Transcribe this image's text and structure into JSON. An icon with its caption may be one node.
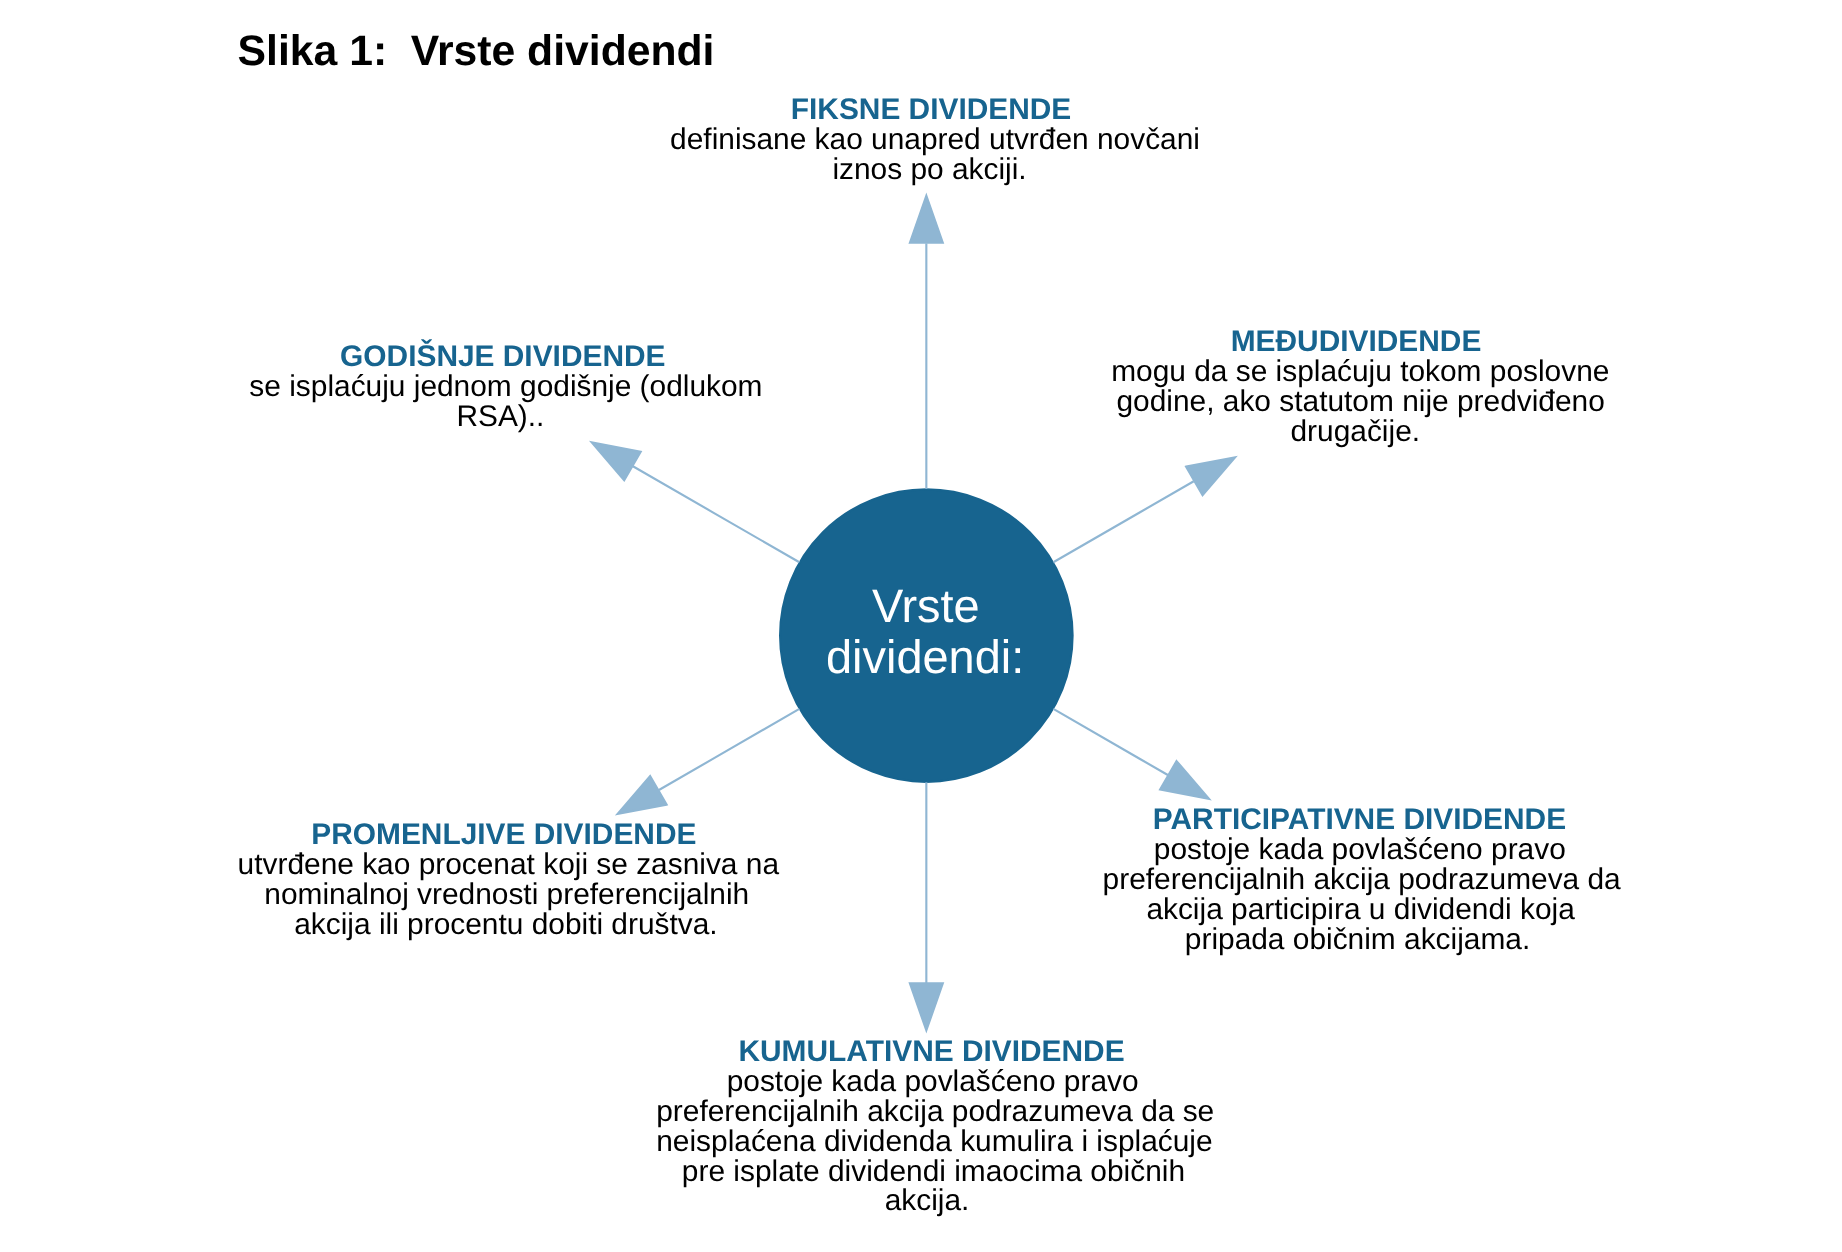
{
  "diagram": {
    "title": "Slika 1:  Vrste dividendi",
    "nodes": [
      {
        "text": [
          "Vrste dividendi:"
        ]
      },
      {
        "text": [
          "MEĐUDIVIDENDE",
          "mogu da se isplaćuju tokom poslovne godine, ako statutom nije predviđeno drugačije."
        ]
      },
      {
        "text": [
          "FIKSNE DIVIDENDE",
          "definisane kao unapred utvrđen novčani iznos po akciji."
        ]
      },
      {
        "text": [
          "GODIŠNJE DIVIDENDE",
          "se isplaćuju jednom godišnje (odlukom RSA).."
        ]
      },
      {
        "text": [
          "PROMENLJIVE DIVIDENDE",
          "utvrđene kao procenat koji se zasniva na nominalnoj vrednosti preferencijalnih akcija ili procentu dobiti društva."
        ]
      },
      {
        "text": [
          "KUMULATIVNE DIVIDENDE",
          "postoje kada povlašćeno pravo preferencijalnih akcija podrazumeva da se neisplaćena dividenda kumulira i isplaćuje pre isplate dividendi imaocima običnih akcija."
        ]
      },
      {
        "text": [
          "PARTICIPATIVNE DIVIDENDE",
          "postoje kada povlašćeno pravo preferencijalnih akcija podrazumeva da akcija participira u dividendi koja pripada običnim akcijama."
        ]
      }
    ],
    "edges": [
      {
        "from": 0,
        "to": 1,
        "arrow": "to"
      },
      {
        "from": 0,
        "to": 2,
        "arrow": "to"
      },
      {
        "from": 0,
        "to": 4,
        "arrow": "to"
      },
      {
        "from": 0,
        "to": 6,
        "arrow": "to"
      },
      {
        "from": 0,
        "to": 5,
        "arrow": "to"
      },
      {
        "from": 0,
        "to": 3,
        "arrow": "to"
      }
    ]
  }
}
